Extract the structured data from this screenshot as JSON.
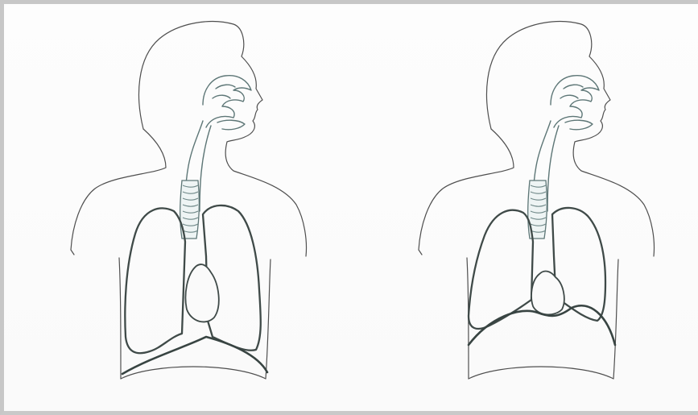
{
  "figures": [
    {
      "id": "left",
      "phase": "inhale"
    },
    {
      "id": "right",
      "phase": "exhale"
    }
  ],
  "colors": {
    "line": "#4f4f4f",
    "lung": "#3f4a48",
    "airway": "#5d7676",
    "frame": "#c7c7c7"
  }
}
